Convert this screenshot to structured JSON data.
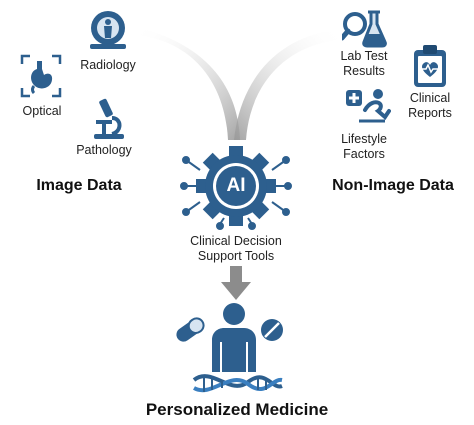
{
  "colors": {
    "primary": "#2d5f8e",
    "dark": "#1f4a72",
    "light": "#d7e4f1",
    "accent": "#3a7fc0",
    "arrow": "#8c8c8c",
    "flow": "#c7c7c7",
    "red": "#d04040"
  },
  "image_sources": {
    "radiology": "Radiology",
    "optical": "Optical",
    "pathology": "Pathology"
  },
  "non_image_sources": {
    "lab_test": [
      "Lab Test",
      "Results"
    ],
    "clinical_reports": [
      "Clinical",
      "Reports"
    ],
    "lifestyle": [
      "Lifestyle",
      "Factors"
    ]
  },
  "sections": {
    "image_data": "Image Data",
    "non_image_data": "Non-Image Data"
  },
  "center": {
    "chip_text": "AI",
    "tool_label": [
      "Clinical Decision",
      "Support Tools"
    ]
  },
  "outcome": {
    "title": "Personalized Medicine"
  }
}
